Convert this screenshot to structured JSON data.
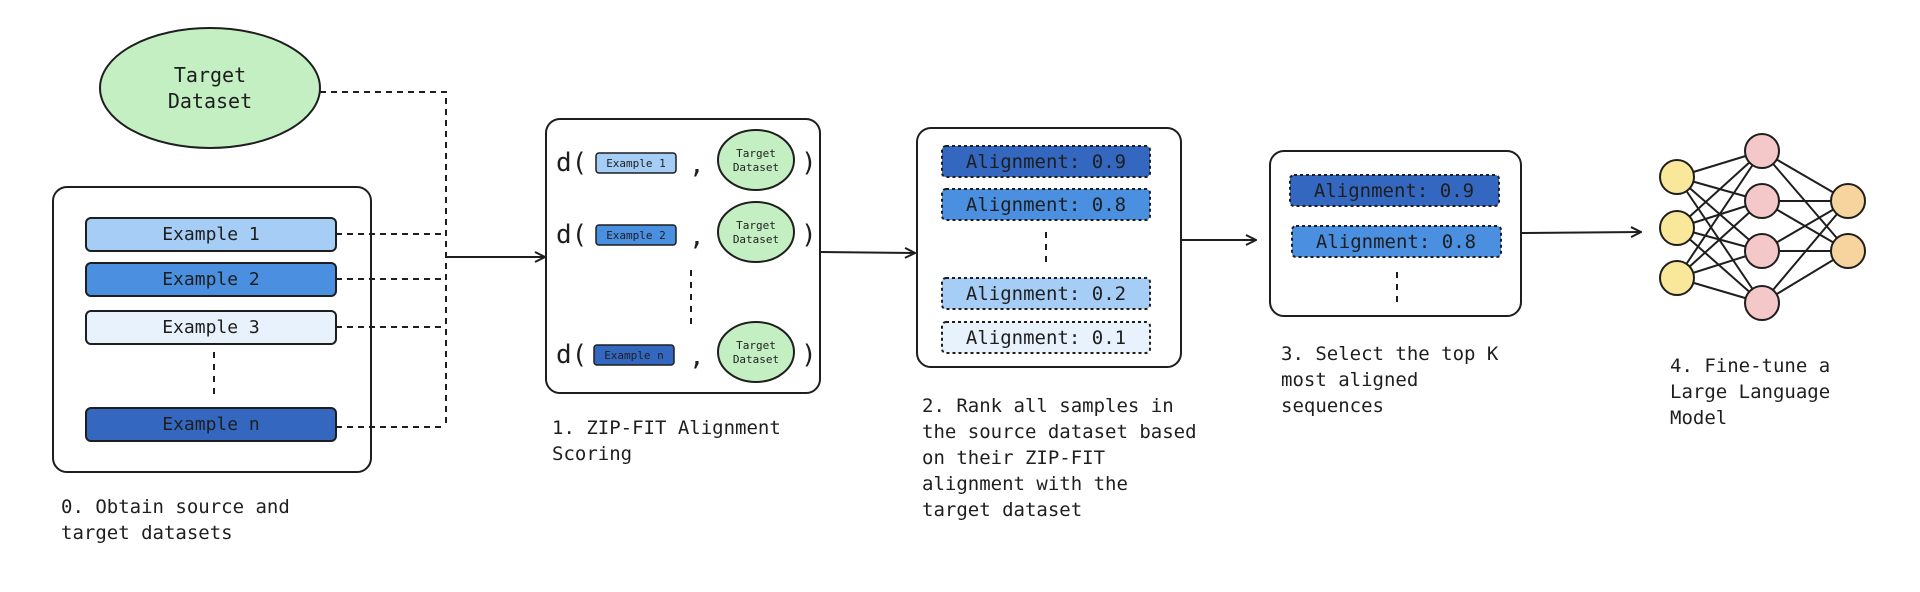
{
  "colors": {
    "ink": "#1e1e1e",
    "target_fill": "#c3efc3",
    "light_blue": "#a5cdf5",
    "mid_blue": "#4a8fe0",
    "dark_blue": "#3468c0",
    "very_light_blue": "#e8f2fc",
    "input_node": "#f9e79a",
    "hidden_node": "#f4c7c9",
    "output_node": "#f7d49e"
  },
  "step0": {
    "target_label_line1": "Target",
    "target_label_line2": "Dataset",
    "examples": [
      "Example 1",
      "Example 2",
      "Example 3",
      "Example n"
    ],
    "caption": "0. Obtain source and\ntarget datasets"
  },
  "step1": {
    "rows": [
      {
        "prefix": "d(",
        "example": "Example 1",
        "sep": ",",
        "target_line1": "Target",
        "target_line2": "Dataset",
        "close": ")"
      },
      {
        "prefix": "d(",
        "example": "Example 2",
        "sep": ",",
        "target_line1": "Target",
        "target_line2": "Dataset",
        "close": ")"
      },
      {
        "prefix": "d(",
        "example": "Example n",
        "sep": ",",
        "target_line1": "Target",
        "target_line2": "Dataset",
        "close": ")"
      }
    ],
    "caption": "1. ZIP-FIT Alignment\nScoring"
  },
  "step2": {
    "items": [
      "Alignment: 0.9",
      "Alignment: 0.8",
      "Alignment: 0.2",
      "Alignment: 0.1"
    ],
    "caption": "2. Rank all samples in\nthe source dataset based\non their ZIP-FIT\nalignment with the\ntarget dataset"
  },
  "step3": {
    "items": [
      "Alignment: 0.9",
      "Alignment: 0.8"
    ],
    "caption": "3. Select the top K\nmost aligned\nsequences"
  },
  "step4": {
    "caption": "4. Fine-tune a\nLarge Language\nModel"
  }
}
